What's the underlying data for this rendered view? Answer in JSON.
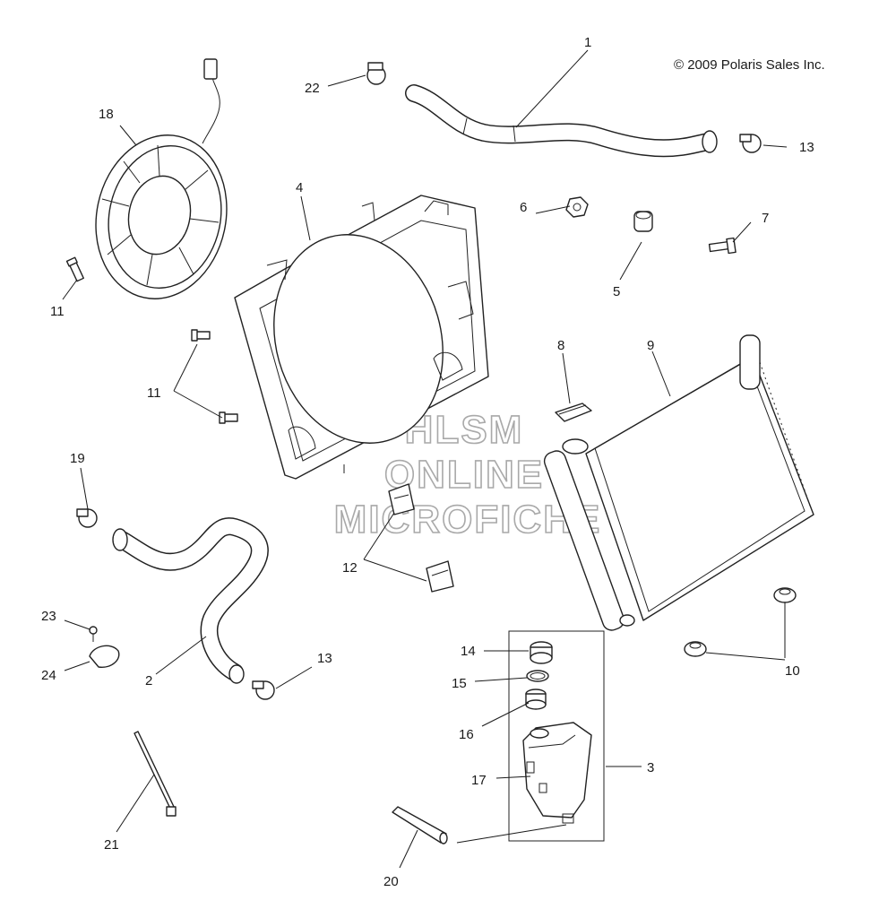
{
  "copyright": "© 2009 Polaris Sales Inc.",
  "watermark": {
    "line1": "HLSM",
    "line2": "ONLINE",
    "line3": "MICROFICHE"
  },
  "callouts": {
    "c1": "1",
    "c2": "2",
    "c3": "3",
    "c4": "4",
    "c5": "5",
    "c6": "6",
    "c7": "7",
    "c8": "8",
    "c9": "9",
    "c10": "10",
    "c11a": "11",
    "c11b": "11",
    "c12": "12",
    "c13a": "13",
    "c13b": "13",
    "c14": "14",
    "c15": "15",
    "c16": "16",
    "c17": "17",
    "c18": "18",
    "c19": "19",
    "c20": "20",
    "c21": "21",
    "c22": "22",
    "c23": "23",
    "c24": "24"
  }
}
